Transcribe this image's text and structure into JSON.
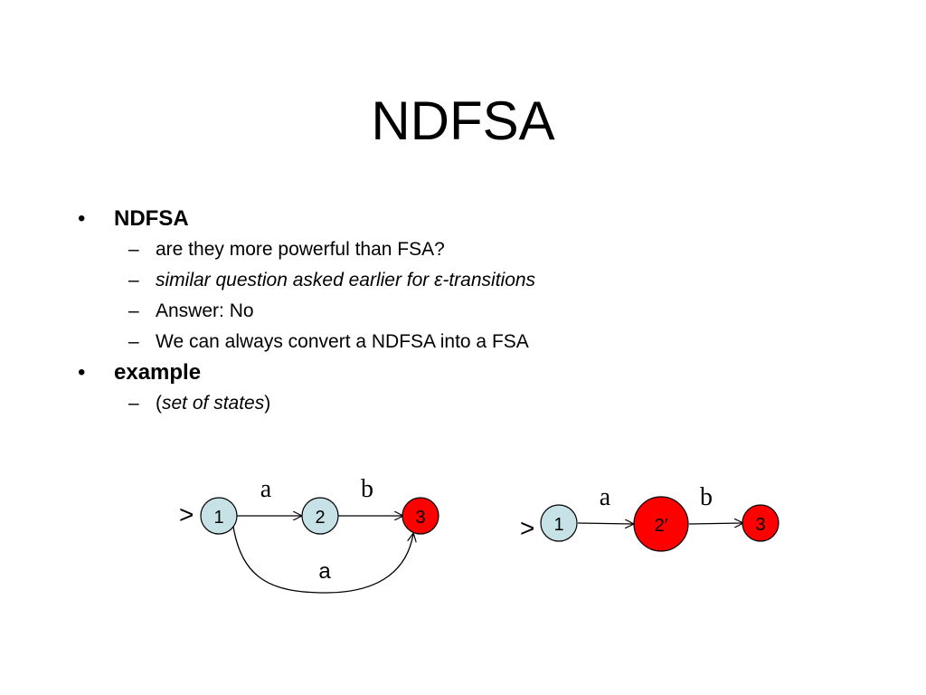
{
  "slide": {
    "title": "NDFSA",
    "bullets": [
      {
        "text": "NDFSA",
        "subs": [
          {
            "text": "are they more powerful than FSA?",
            "italic": false
          },
          {
            "text": "similar question asked earlier for ε-transitions",
            "italic": true
          },
          {
            "text": "Answer: No",
            "italic": false
          },
          {
            "text": "We can always convert a NDFSA into a FSA",
            "italic": false
          }
        ]
      },
      {
        "text": "example",
        "subs": [
          {
            "open": "(",
            "italic_part": "set of states",
            "close": ")"
          }
        ]
      }
    ],
    "bullet_mark": "•",
    "sub_mark": "–"
  },
  "ndfsa": {
    "start_marker": ">",
    "states": [
      "1",
      "2",
      "3"
    ],
    "labels": {
      "t12": "a",
      "t23": "b",
      "t13": "a"
    },
    "accepting_state": "3"
  },
  "dfsa": {
    "start_marker": ">",
    "states": [
      "1",
      "2′",
      "3"
    ],
    "labels": {
      "t12": "a",
      "t23": "b"
    },
    "accepting_states": [
      "2′",
      "3"
    ]
  },
  "colors": {
    "start_state_fill": "#c6e2e6",
    "normal_state_fill": "#c6e2e6",
    "accepting_state_fill": "#ff0000",
    "stroke": "#000000",
    "background": "#ffffff"
  }
}
